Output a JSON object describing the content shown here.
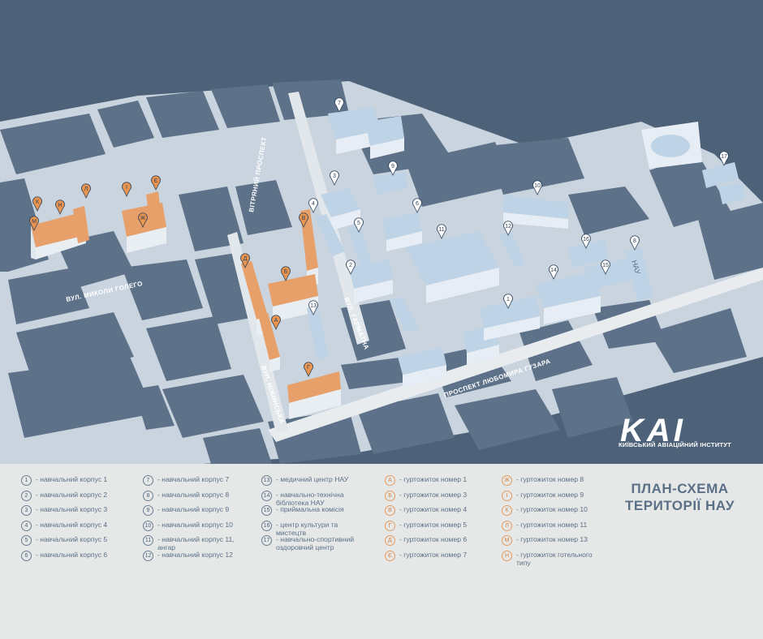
{
  "streets": {
    "vozdukhoflotskyi": "ВІТРЯНИЙ ПРОСПЕКТ",
    "mykoly_holeho": "ВУЛ. МИКОЛИ ГОЛЕГО",
    "harmatna": "ВУЛ. ГАРМАТНА",
    "nizhynska": "ВУЛ. НІЖИНСЬКА",
    "huzara": "ПРОСПЕКТ ЛЮБОМИРА ГУЗАРА"
  },
  "building_signs": {
    "nau": "НАУ"
  },
  "map_pins": [
    "1",
    "2",
    "3",
    "4",
    "5",
    "6",
    "7",
    "8",
    "9",
    "10",
    "11",
    "12",
    "13",
    "14",
    "15",
    "16",
    "17",
    "А",
    "Б",
    "В",
    "Г",
    "Д",
    "Є",
    "Ж",
    "І",
    "К",
    "Л",
    "М",
    "Н"
  ],
  "logo": {
    "word": "KAI",
    "subtitle": "КИЇВСЬКИЙ АВІАЦІЙНИЙ ІНСТИТУТ"
  },
  "plan_title": "ПЛАН-СХЕМА\nТЕРИТОРІЇ НАУ",
  "legend": {
    "col1": [
      {
        "badge": "1",
        "text": "- навчальний корпус 1"
      },
      {
        "badge": "2",
        "text": "- навчальний корпус 2"
      },
      {
        "badge": "3",
        "text": "- навчальний корпус 3"
      },
      {
        "badge": "4",
        "text": "- навчальний корпус 4"
      },
      {
        "badge": "5",
        "text": "- навчальний корпус 5"
      },
      {
        "badge": "6",
        "text": "- навчальний корпус 6"
      }
    ],
    "col2": [
      {
        "badge": "7",
        "text": "- навчальний корпус 7"
      },
      {
        "badge": "8",
        "text": "- навчальний корпус 8"
      },
      {
        "badge": "9",
        "text": "- навчальний корпус 9"
      },
      {
        "badge": "10",
        "text": "- навчальний корпус 10"
      },
      {
        "badge": "11",
        "text": "- навчальний корпус 11,\nангар"
      },
      {
        "badge": "12",
        "text": "- навчальний корпус 12"
      }
    ],
    "col3": [
      {
        "badge": "13",
        "text": "- медичний центр НАУ"
      },
      {
        "badge": "14",
        "text": "- навчально-технічна\nбібліотека НАУ"
      },
      {
        "badge": "15",
        "text": "- приймальна комісія"
      },
      {
        "badge": "16",
        "text": "- центр культури та\nмистецтв"
      },
      {
        "badge": "17",
        "text": "- навчально-спортивний\nоздоровчий центр"
      }
    ],
    "col4": [
      {
        "badge": "А",
        "text": "- гуртожиток номер 1"
      },
      {
        "badge": "Б",
        "text": "- гуртожиток номер 3"
      },
      {
        "badge": "В",
        "text": "- гуртожиток номер 4"
      },
      {
        "badge": "Г",
        "text": "- гуртожиток номер 5"
      },
      {
        "badge": "Д",
        "text": "- гуртожиток номер 6"
      },
      {
        "badge": "Є",
        "text": "- гуртожиток номер  7"
      }
    ],
    "col5": [
      {
        "badge": "Ж",
        "text": "- гуртожиток номер 8"
      },
      {
        "badge": "І",
        "text": "- гуртожиток номер 9"
      },
      {
        "badge": "К",
        "text": "- гуртожиток номер 10"
      },
      {
        "badge": "Л",
        "text": "- гуртожиток номер 11"
      },
      {
        "badge": "М",
        "text": "- гуртожиток номер 13"
      },
      {
        "badge": "Н",
        "text": "- гуртожиток готельного\nтипу"
      }
    ]
  }
}
